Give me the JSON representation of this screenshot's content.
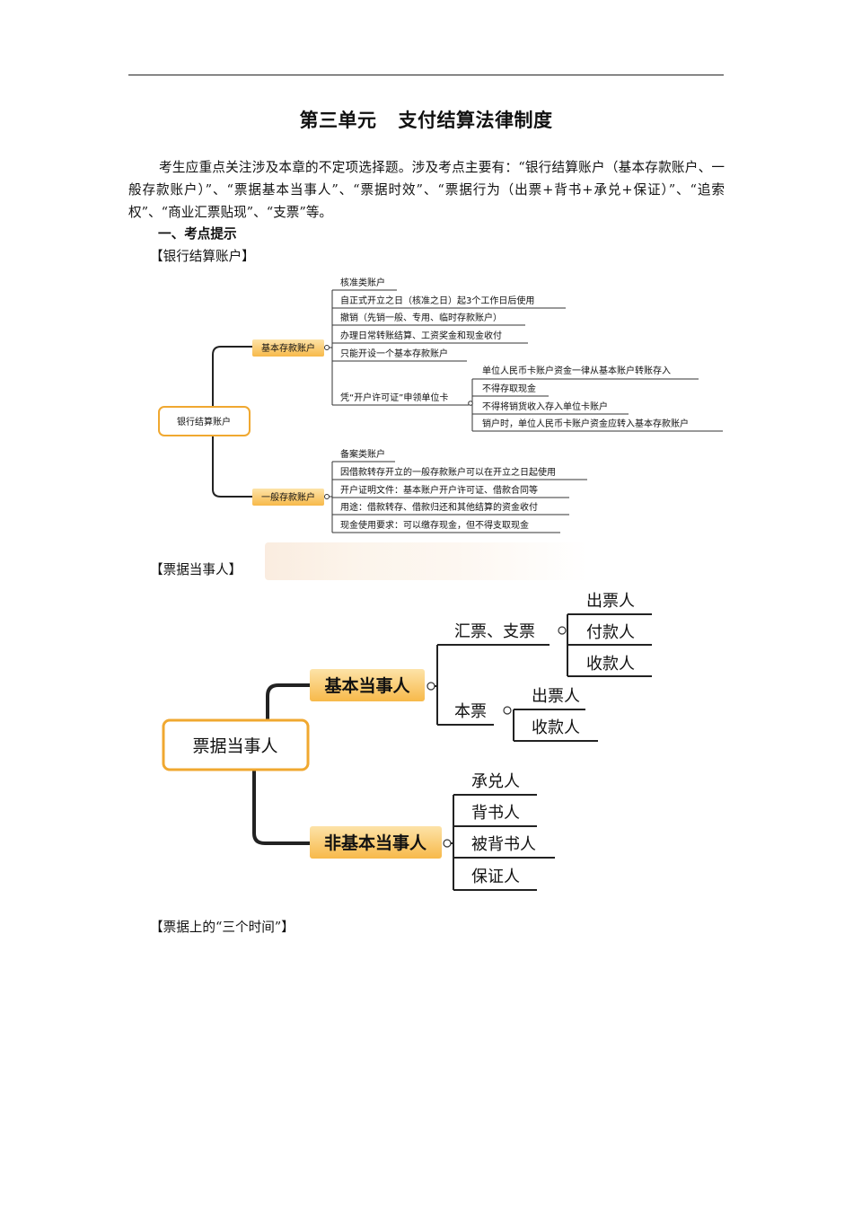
{
  "title": {
    "part1": "第三单元",
    "part2": "支付结算法律制度"
  },
  "intro": "考生应重点关注涉及本章的不定项选择题。涉及考点主要有：“银行结算账户（基本存款账户、一般存款账户）”、“票据基本当事人”、“票据时效”、“票据行为（出票+背书+承兑+保证）”、“追索权”、“商业汇票贴现”、“支票”等。",
  "section1": "一、考点提示",
  "label_accounts": "【银行结算账户】",
  "label_parties": "【票据当事人】",
  "label_times": "【票据上的“三个时间”】",
  "map1": {
    "root": "银行结算账户",
    "basic": {
      "label": "基本存款账户",
      "header": "核准类账户",
      "items": [
        "自正式开立之日（核准之日）起3个工作日后使用",
        "撤销（先销一般、专用、临时存款账户）",
        "办理日常转账结算、工资奖金和现金收付",
        "只能开设一个基本存款账户"
      ],
      "sub": {
        "label": "凭“开户许可证”申领单位卡",
        "header": "单位人民币卡账户资金一律从基本账户转账存入",
        "items": [
          "不得存取现金",
          "不得将销货收入存入单位卡账户",
          "销户时，单位人民币卡账户资金应转入基本存款账户"
        ]
      }
    },
    "general": {
      "label": "一般存款账户",
      "header": "备案类账户",
      "items": [
        "因借款转存开立的一般存款账户可以在开立之日起使用",
        "开户证明文件：基本账户开户许可证、借款合同等",
        "用途：借款转存、借款归还和其他结算的资金收付",
        "现金使用要求：可以缴存现金，但不得支取现金"
      ]
    }
  },
  "map2": {
    "root": "票据当事人",
    "basic": {
      "label": "基本当事人",
      "draft": {
        "label": "汇票、支票",
        "items": [
          "出票人",
          "付款人",
          "收款人"
        ]
      },
      "note": {
        "label": "本票",
        "items": [
          "出票人",
          "收款人"
        ]
      }
    },
    "nonbasic": {
      "label": "非基本当事人",
      "items": [
        "承兑人",
        "背书人",
        "被背书人",
        "保证人"
      ]
    }
  },
  "colors": {
    "orange_border": "#f0a830",
    "orange_fill_top": "#fde3a8",
    "orange_fill_bottom": "#f7b94a",
    "line": "#222222"
  }
}
